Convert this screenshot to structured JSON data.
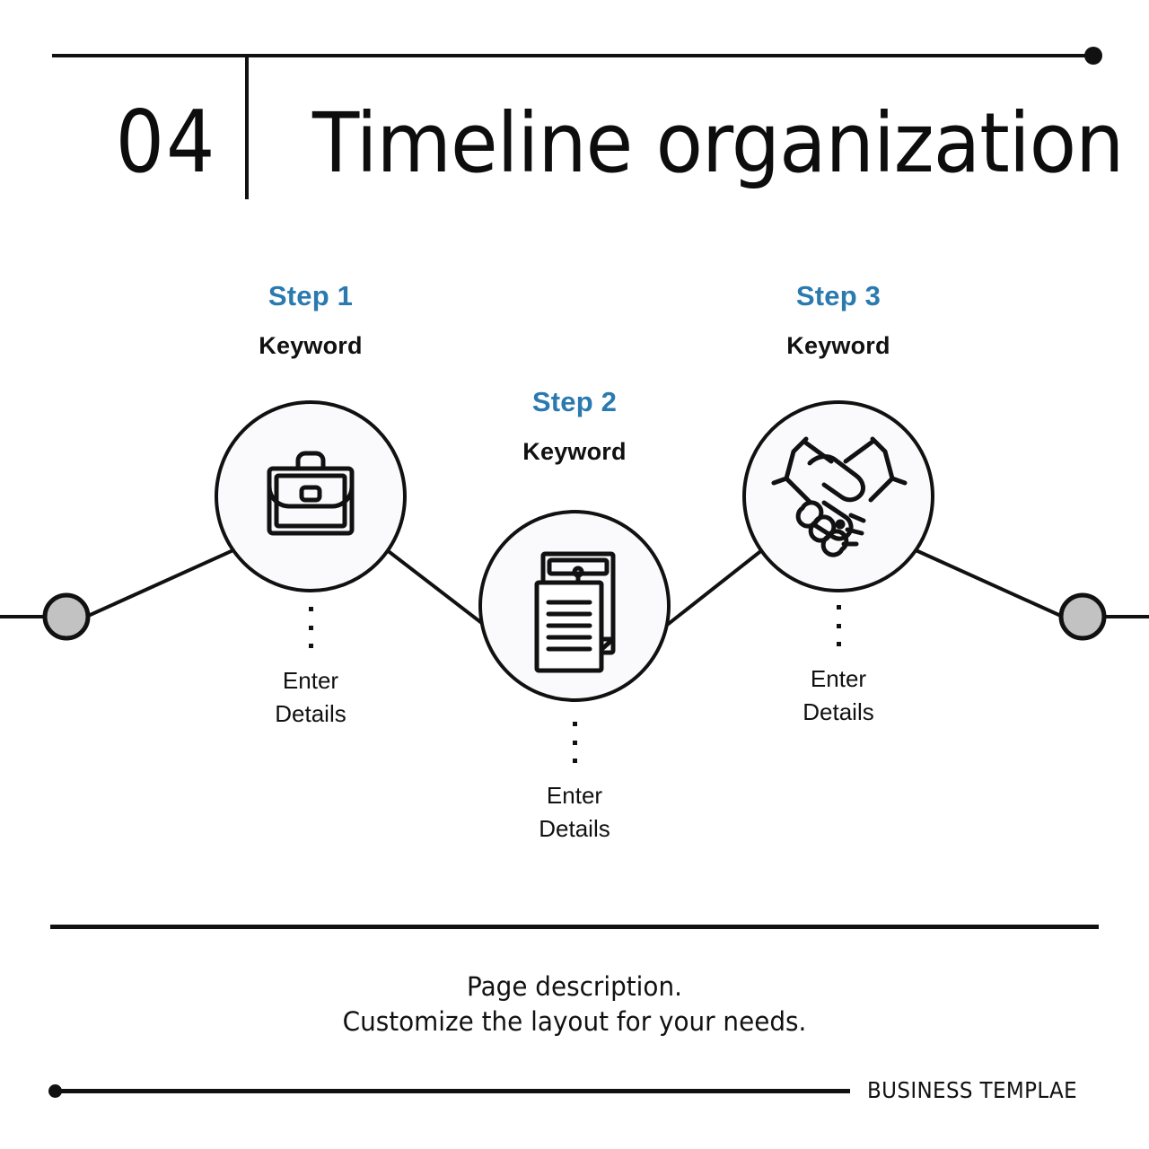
{
  "slide": {
    "number": "04",
    "title": "Timeline organization",
    "brand": "BUSINESS TEMPLAE",
    "description_line1": "Page description.",
    "description_line2": "Customize the layout for your needs."
  },
  "colors": {
    "accent_blue": "#2a7ab0",
    "ink": "#111111",
    "circle_fill": "#fafafc",
    "endpoint_gray": "#c2c2c2"
  },
  "timeline": {
    "steps": [
      {
        "label": "Step 1",
        "keyword": "Keyword",
        "detail_line1": "Enter",
        "detail_line2": "Details",
        "icon": "briefcase-icon"
      },
      {
        "label": "Step 2",
        "keyword": "Keyword",
        "detail_line1": "Enter",
        "detail_line2": "Details",
        "icon": "document-envelope-icon"
      },
      {
        "label": "Step 3",
        "keyword": "Keyword",
        "detail_line1": "Enter",
        "detail_line2": "Details",
        "icon": "handshake-icon"
      }
    ]
  }
}
